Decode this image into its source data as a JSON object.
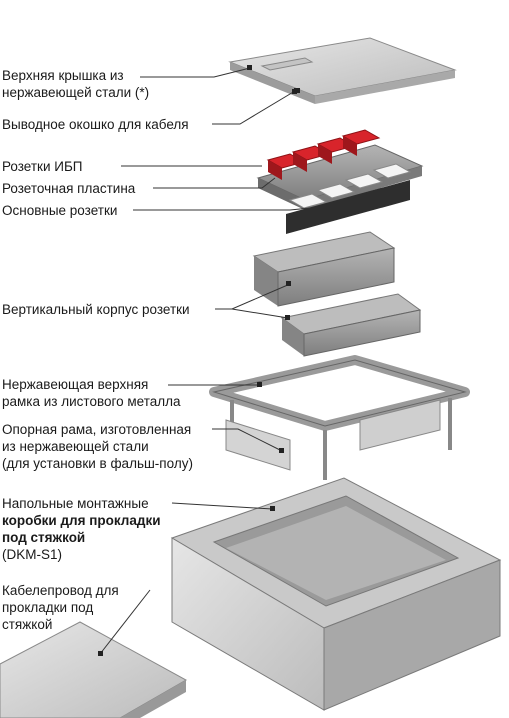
{
  "labels": {
    "cover": [
      "Верхняя крышка из",
      "нержавеющей стали  (*)"
    ],
    "cable_window": "Выводное окошко для кабеля",
    "ups_sockets": "Розетки ИБП",
    "socket_plate": "Розеточная пластина",
    "main_sockets": "Основные розетки",
    "vertical_housing": "Вертикальный корпус розетки",
    "top_frame": [
      "Нержавеющая верхняя",
      "рамка из листового металла"
    ],
    "support_frame": [
      "Опорная рама, изготовленная",
      "из нержавеющей стали",
      "(для установки в фальш-полу)"
    ],
    "floor_boxes": [
      "Напольные монтажные",
      "коробки для прокладки",
      "под стяжкой",
      "(DKM-S1)"
    ],
    "cable_duct": [
      "Кабелепровод для",
      "прокладки под",
      "стяжкой"
    ]
  },
  "colors": {
    "steel_light": "#dcdcdc",
    "steel_mid": "#b9b9b9",
    "steel_dark": "#8c8c8c",
    "housing_gray": "#9a9a9a",
    "socket_red": "#d8242b",
    "socket_white": "#f4f4f4",
    "leader_line": "#333333"
  },
  "icons": [
    "cover-plate-icon",
    "socket-block-icon",
    "vertical-housing-icon",
    "frame-icon",
    "floor-box-icon",
    "duct-icon"
  ]
}
